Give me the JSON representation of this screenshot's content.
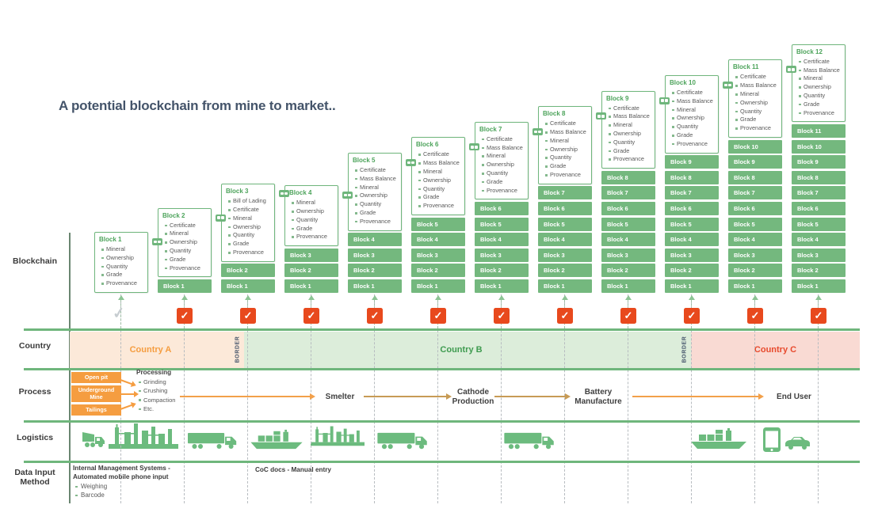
{
  "title": "A potential blockchain from mine to market..",
  "row_labels": {
    "blockchain": "Blockchain",
    "country": "Country",
    "process": "Process",
    "logistics": "Logistics",
    "data_input": "Data Input Method"
  },
  "blockchain": {
    "stacks": [
      {
        "label": "Block 1",
        "items": [
          "Mineral",
          "Ownership",
          "Quantity",
          "Grade",
          "Provenance"
        ],
        "check": "faint"
      },
      {
        "label": "Block 2",
        "items": [
          "Certificate",
          "Mineral",
          "Ownership",
          "Quantity",
          "Grade",
          "Provenance"
        ],
        "check": "orange"
      },
      {
        "label": "Block 3",
        "items": [
          "Bill of Lading",
          "Certificate",
          "Mineral",
          "Ownership",
          "Quantity",
          "Grade",
          "Provenance"
        ],
        "check": "orange"
      },
      {
        "label": "Block 4",
        "items": [
          "Mineral",
          "Ownership",
          "Quantity",
          "Grade",
          "Provenance"
        ],
        "check": "orange"
      },
      {
        "label": "Block 5",
        "items": [
          "Certificate",
          "Mass Balance",
          "Mineral",
          "Ownership",
          "Quantity",
          "Grade",
          "Provenance"
        ],
        "check": "orange"
      },
      {
        "label": "Block 6",
        "items": [
          "Certificate",
          "Mass Balance",
          "Mineral",
          "Ownership",
          "Quantity",
          "Grade",
          "Provenance"
        ],
        "check": "orange"
      },
      {
        "label": "Block 7",
        "items": [
          "Certificate",
          "Mass Balance",
          "Mineral",
          "Ownership",
          "Quantity",
          "Grade",
          "Provenance"
        ],
        "check": "orange"
      },
      {
        "label": "Block 8",
        "items": [
          "Certificate",
          "Mass Balance",
          "Mineral",
          "Ownership",
          "Quantity",
          "Grade",
          "Provenance"
        ],
        "check": "orange"
      },
      {
        "label": "Block 9",
        "items": [
          "Certificate",
          "Mass Balance",
          "Mineral",
          "Ownership",
          "Quantity",
          "Grade",
          "Provenance"
        ],
        "check": "orange"
      },
      {
        "label": "Block 10",
        "items": [
          "Certificate",
          "Mass Balance",
          "Mineral",
          "Ownership",
          "Quantity",
          "Grade",
          "Provenance"
        ],
        "check": "orange"
      },
      {
        "label": "Block 11",
        "items": [
          "Certificate",
          "Mass Balance",
          "Mineral",
          "Ownership",
          "Quantity",
          "Grade",
          "Provenance"
        ],
        "check": "orange"
      },
      {
        "label": "Block 12",
        "items": [
          "Certificate",
          "Mass Balance",
          "Mineral",
          "Ownership",
          "Quantity",
          "Grade",
          "Provenance"
        ],
        "check": "orange"
      }
    ]
  },
  "icons": {
    "check": "✓"
  },
  "country": {
    "region_a": "Country A",
    "region_b": "Country B",
    "region_c": "Country C",
    "border_label": "BORDER"
  },
  "process": {
    "sources": [
      "Open pit",
      "Underground Mine",
      "Tailings"
    ],
    "processing_title": "Processing",
    "processing_items": [
      "Grinding",
      "Crushing",
      "Compaction",
      "Etc."
    ],
    "stage_smelter": "Smelter",
    "stage_cathode": "Cathode Production",
    "stage_battery": "Battery Manufacture",
    "stage_end_user": "End User"
  },
  "logistics": {
    "icons": [
      "dump-truck",
      "processing-plant",
      "truck",
      "cargo-ship",
      "processing-plant",
      "truck",
      "truck",
      "cargo-ship",
      "smartphone",
      "car"
    ]
  },
  "data_input": {
    "ims_line1": "Internal Management Systems -",
    "ims_line2": "Automated mobile phone input",
    "ims_items": [
      "Weighing",
      "Barcode"
    ],
    "coc": "CoC docs - Manual entry"
  },
  "colors": {
    "block_green": "#74B87E",
    "green_border": "#6FB67C",
    "block_title_green": "#4CA35A",
    "check_orange": "#E8491D",
    "process_orange": "#F59D40",
    "arrow_tan": "#C79B55",
    "title_navy": "#44546A",
    "text_gray": "#595959",
    "band_a_bg": "#FCE9D9",
    "band_b_bg": "#DCEDDA",
    "band_c_bg": "#F9DAD3",
    "country_a_text": "#F59D40",
    "country_b_text": "#3F9B50",
    "country_c_text": "#E84A2D",
    "icon_green": "#6CBB7E"
  }
}
